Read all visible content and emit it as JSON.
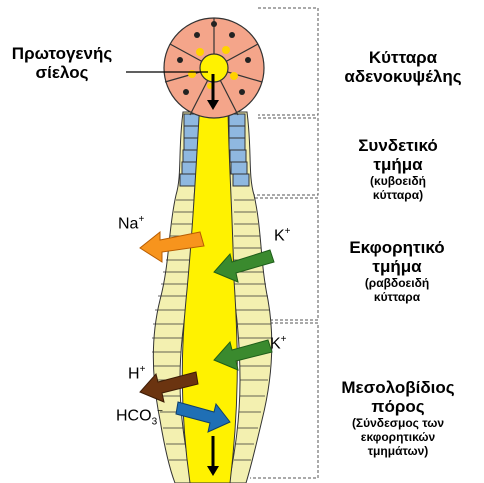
{
  "labels": {
    "primary_saliva_line1": "Πρωτογενής",
    "primary_saliva_line2": "σίελος",
    "acinar_line1": "Κύτταρα",
    "acinar_line2": "αδενοκυψέλης",
    "intercalated_line1": "Συνδετικό",
    "intercalated_line2": "τμήμα",
    "intercalated_sub1": "(κυβοειδή",
    "intercalated_sub2": "κύτταρα)",
    "striated_line1": "Εκφορητικό",
    "striated_line2": "τμήμα",
    "striated_sub1": "(ραβδοειδή",
    "striated_sub2": "κύτταρα",
    "interlobular_line1": "Μεσολοβίδιος",
    "interlobular_line2": "πόρος",
    "interlobular_sub1": "(Σύνδεσμος των",
    "interlobular_sub2": "εκφορητικών",
    "interlobular_sub3": "τμημάτων)"
  },
  "ions": {
    "na": "Na",
    "na_charge": "+",
    "k1": "K",
    "k1_charge": "+",
    "k2": "K",
    "k2_charge": "+",
    "h": "H",
    "h_charge": "+",
    "hco3_main": "HCO",
    "hco3_sub": "3",
    "hco3_charge": "−"
  },
  "colors": {
    "lumen": "#fff200",
    "acinar_cell": "#f4a58a",
    "cuboidal_cell": "#8fb8e0",
    "duct_cell": "#f3f0b0",
    "na_arrow": "#f7941d",
    "k_arrow": "#3a8a2e",
    "h_arrow": "#6b3410",
    "hco3_arrow": "#1f6fb5"
  }
}
